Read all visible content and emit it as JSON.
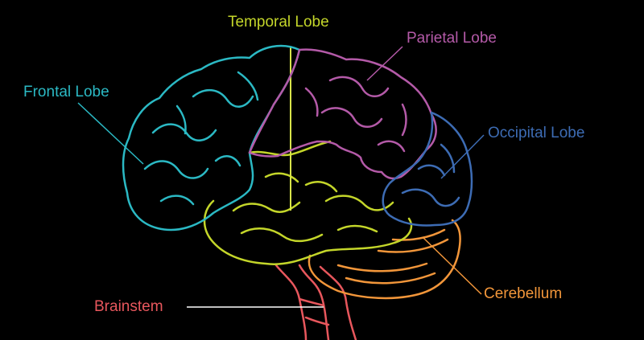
{
  "labels": {
    "temporal": {
      "text": "Temporal Lobe",
      "color": "#c4d62a"
    },
    "parietal": {
      "text": "Parietal Lobe",
      "color": "#b45aa8"
    },
    "frontal": {
      "text": "Frontal Lobe",
      "color": "#2bb9c4"
    },
    "occipital": {
      "text": "Occipital Lobe",
      "color": "#3d6cb4"
    },
    "cerebellum": {
      "text": "Cerebellum",
      "color": "#f2963a"
    },
    "brainstem": {
      "text": "Brainstem",
      "color": "#e8575d"
    }
  },
  "colors": {
    "background": "#000000",
    "temporal_line": "#d8e44a"
  }
}
